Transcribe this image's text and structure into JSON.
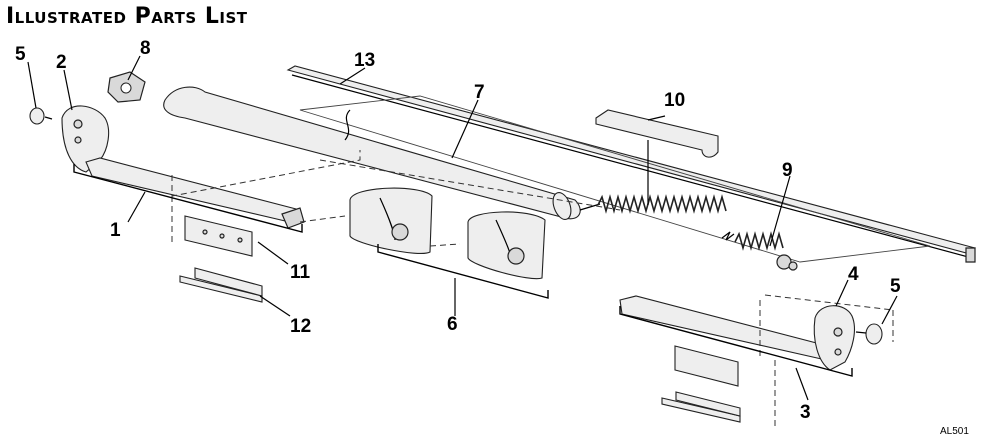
{
  "title": "Illustrated Parts List",
  "drawing_code": "AL501",
  "callouts": {
    "c1": "1",
    "c2": "2",
    "c3": "3",
    "c4": "4",
    "c5a": "5",
    "c5b": "5",
    "c6": "6",
    "c7": "7",
    "c8": "8",
    "c9": "9",
    "c10": "10",
    "c11": "11",
    "c12": "12",
    "c13": "13"
  }
}
